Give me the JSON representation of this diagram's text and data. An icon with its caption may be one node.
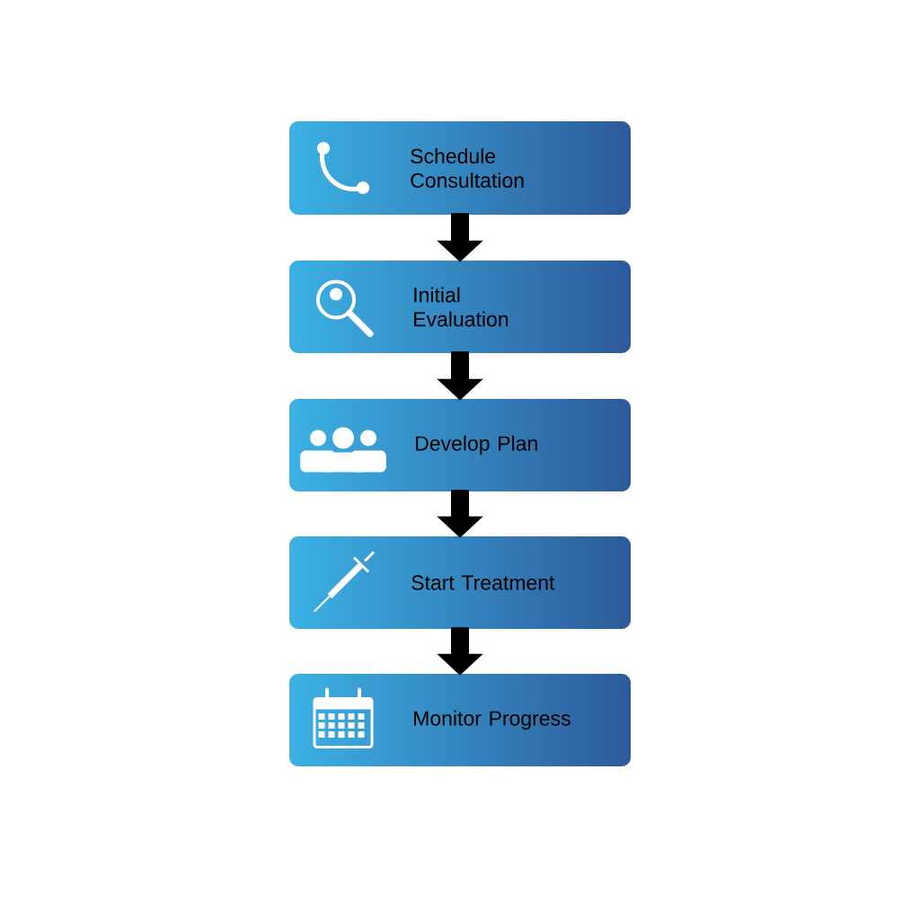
{
  "diagram": {
    "nodes": [
      {
        "text": [
          "Schedule Consultation"
        ]
      },
      {
        "text": [
          "Initial Evaluation"
        ]
      },
      {
        "text": [
          "Develop Plan"
        ]
      },
      {
        "text": [
          "Start Treatment"
        ]
      },
      {
        "text": [
          "Monitor Progress"
        ]
      }
    ],
    "edges": [
      {
        "from": 0,
        "to": 1,
        "arrow": "to"
      },
      {
        "from": 1,
        "to": 2,
        "arrow": "to"
      },
      {
        "from": 2,
        "to": 3,
        "arrow": "to"
      },
      {
        "from": 3,
        "to": 4,
        "arrow": "to"
      }
    ]
  }
}
